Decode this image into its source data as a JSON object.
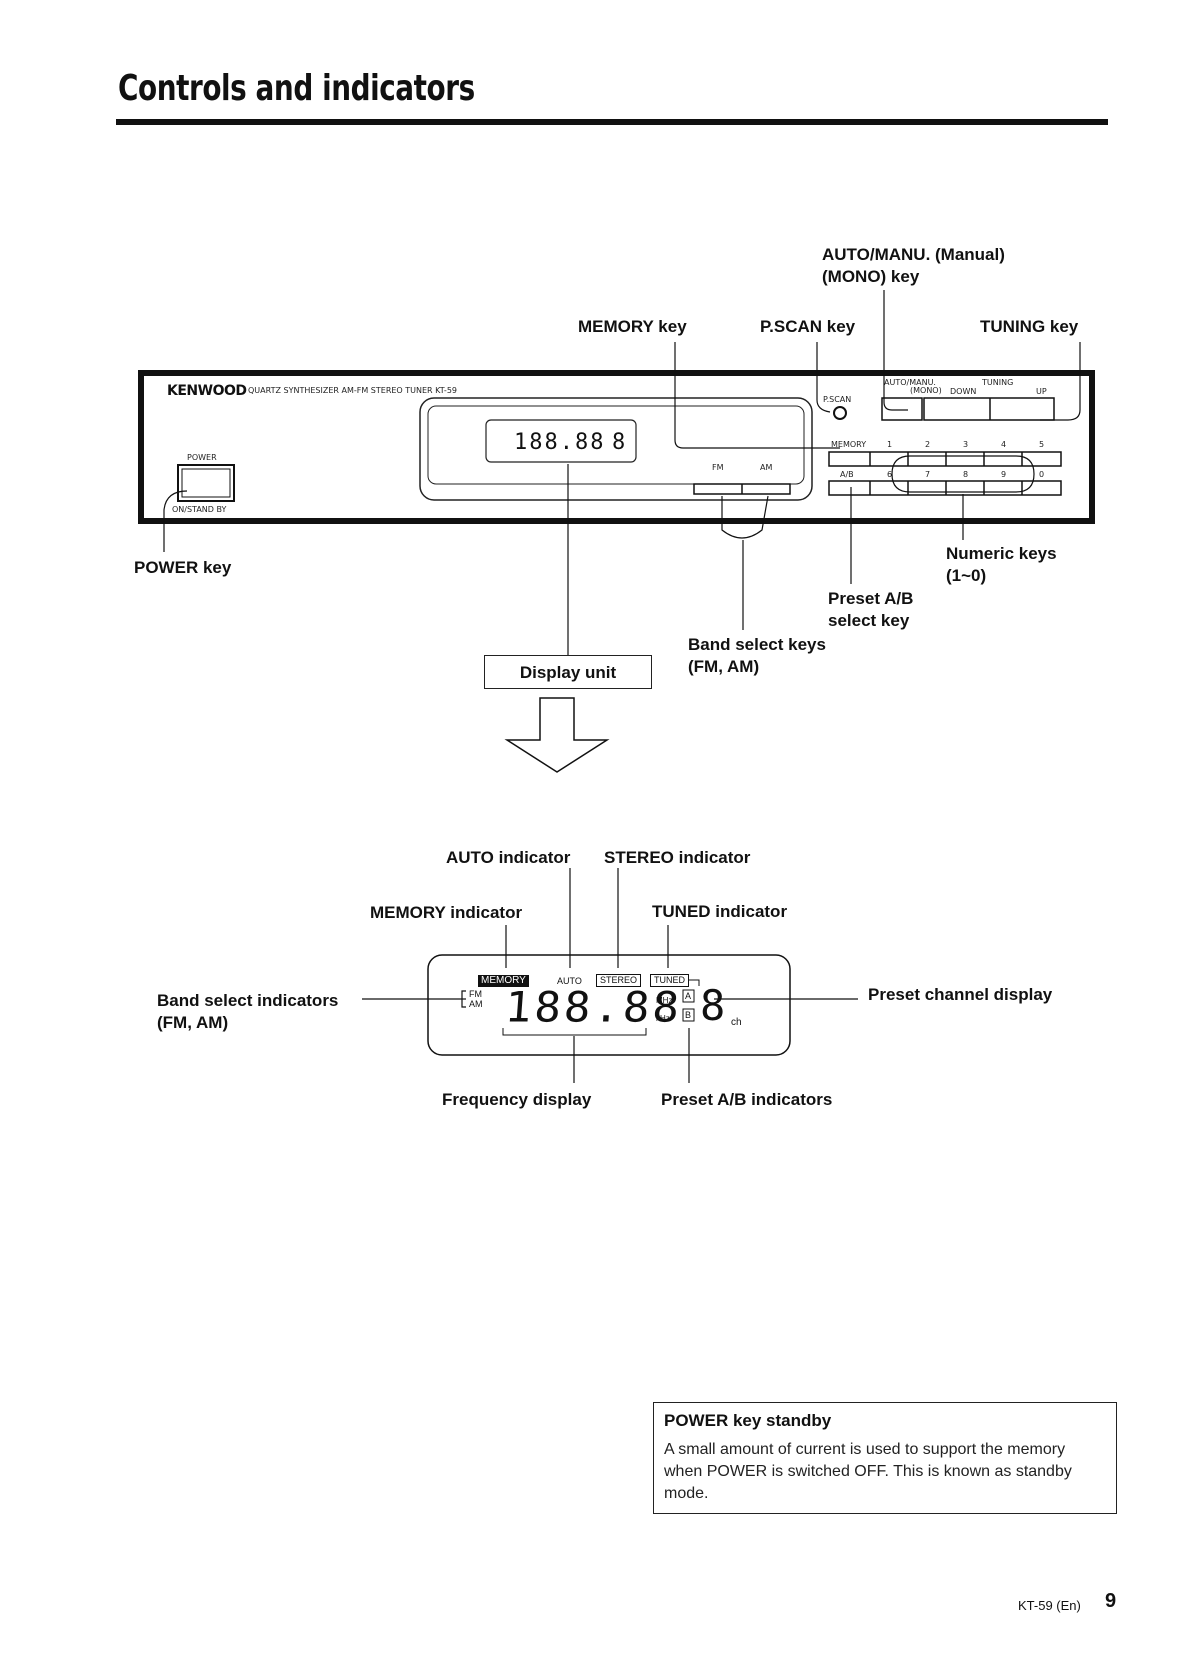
{
  "page": {
    "title": "Controls and indicators",
    "footer_model": "KT-59 (En)",
    "footer_page": "9"
  },
  "front_panel": {
    "brand": "KENWOOD",
    "model_text": "QUARTZ SYNTHESIZER AM-FM STEREO TUNER KT-59",
    "power_label": "POWER",
    "on_standby_label": "ON/STAND BY",
    "pscan_label": "P.SCAN",
    "auto_manu_label": "AUTO/MANU.",
    "mono_label": "(MONO)",
    "tuning_label": "TUNING",
    "down_label": "DOWN",
    "up_label": "UP",
    "memory_label": "MEMORY",
    "ab_label": "A/B",
    "fm_label": "FM",
    "am_label": "AM",
    "numeric_top": [
      "1",
      "2",
      "3",
      "4",
      "5"
    ],
    "numeric_bottom": [
      "6",
      "7",
      "8",
      "9",
      "0"
    ],
    "mini_freq": "188.88",
    "mini_ch": "8"
  },
  "callouts": {
    "auto_manu": [
      "AUTO/MANU. (Manual)",
      "(MONO) key"
    ],
    "memory_key": "MEMORY key",
    "pscan_key": "P.SCAN key",
    "tuning_key": "TUNING key",
    "power_key": "POWER key",
    "numeric_keys": [
      "Numeric keys",
      "(1~0)"
    ],
    "preset_ab": [
      "Preset A/B",
      "select key"
    ],
    "band_select": [
      "Band select keys",
      "(FM, AM)"
    ],
    "display_unit": "Display unit"
  },
  "display_detail": {
    "memory": "MEMORY",
    "auto": "AUTO",
    "stereo": "STEREO",
    "tuned": "TUNED",
    "fm": "FM",
    "am": "AM",
    "frequency": "188.88",
    "mhz": "MHz",
    "khz": "kHz",
    "a": "A",
    "b": "B",
    "channel": "8",
    "ch": "ch",
    "labels": {
      "auto_indicator": "AUTO indicator",
      "stereo_indicator": "STEREO indicator",
      "memory_indicator": "MEMORY indicator",
      "tuned_indicator": "TUNED indicator",
      "band_select_indicators": [
        "Band select indicators",
        "(FM, AM)"
      ],
      "preset_channel_display": "Preset channel display",
      "frequency_display": "Frequency display",
      "preset_ab_indicators": "Preset A/B indicators"
    }
  },
  "note": {
    "title": "POWER key standby",
    "text": "A small amount of current is used to support the memory when POWER is switched OFF. This is known as standby mode."
  }
}
